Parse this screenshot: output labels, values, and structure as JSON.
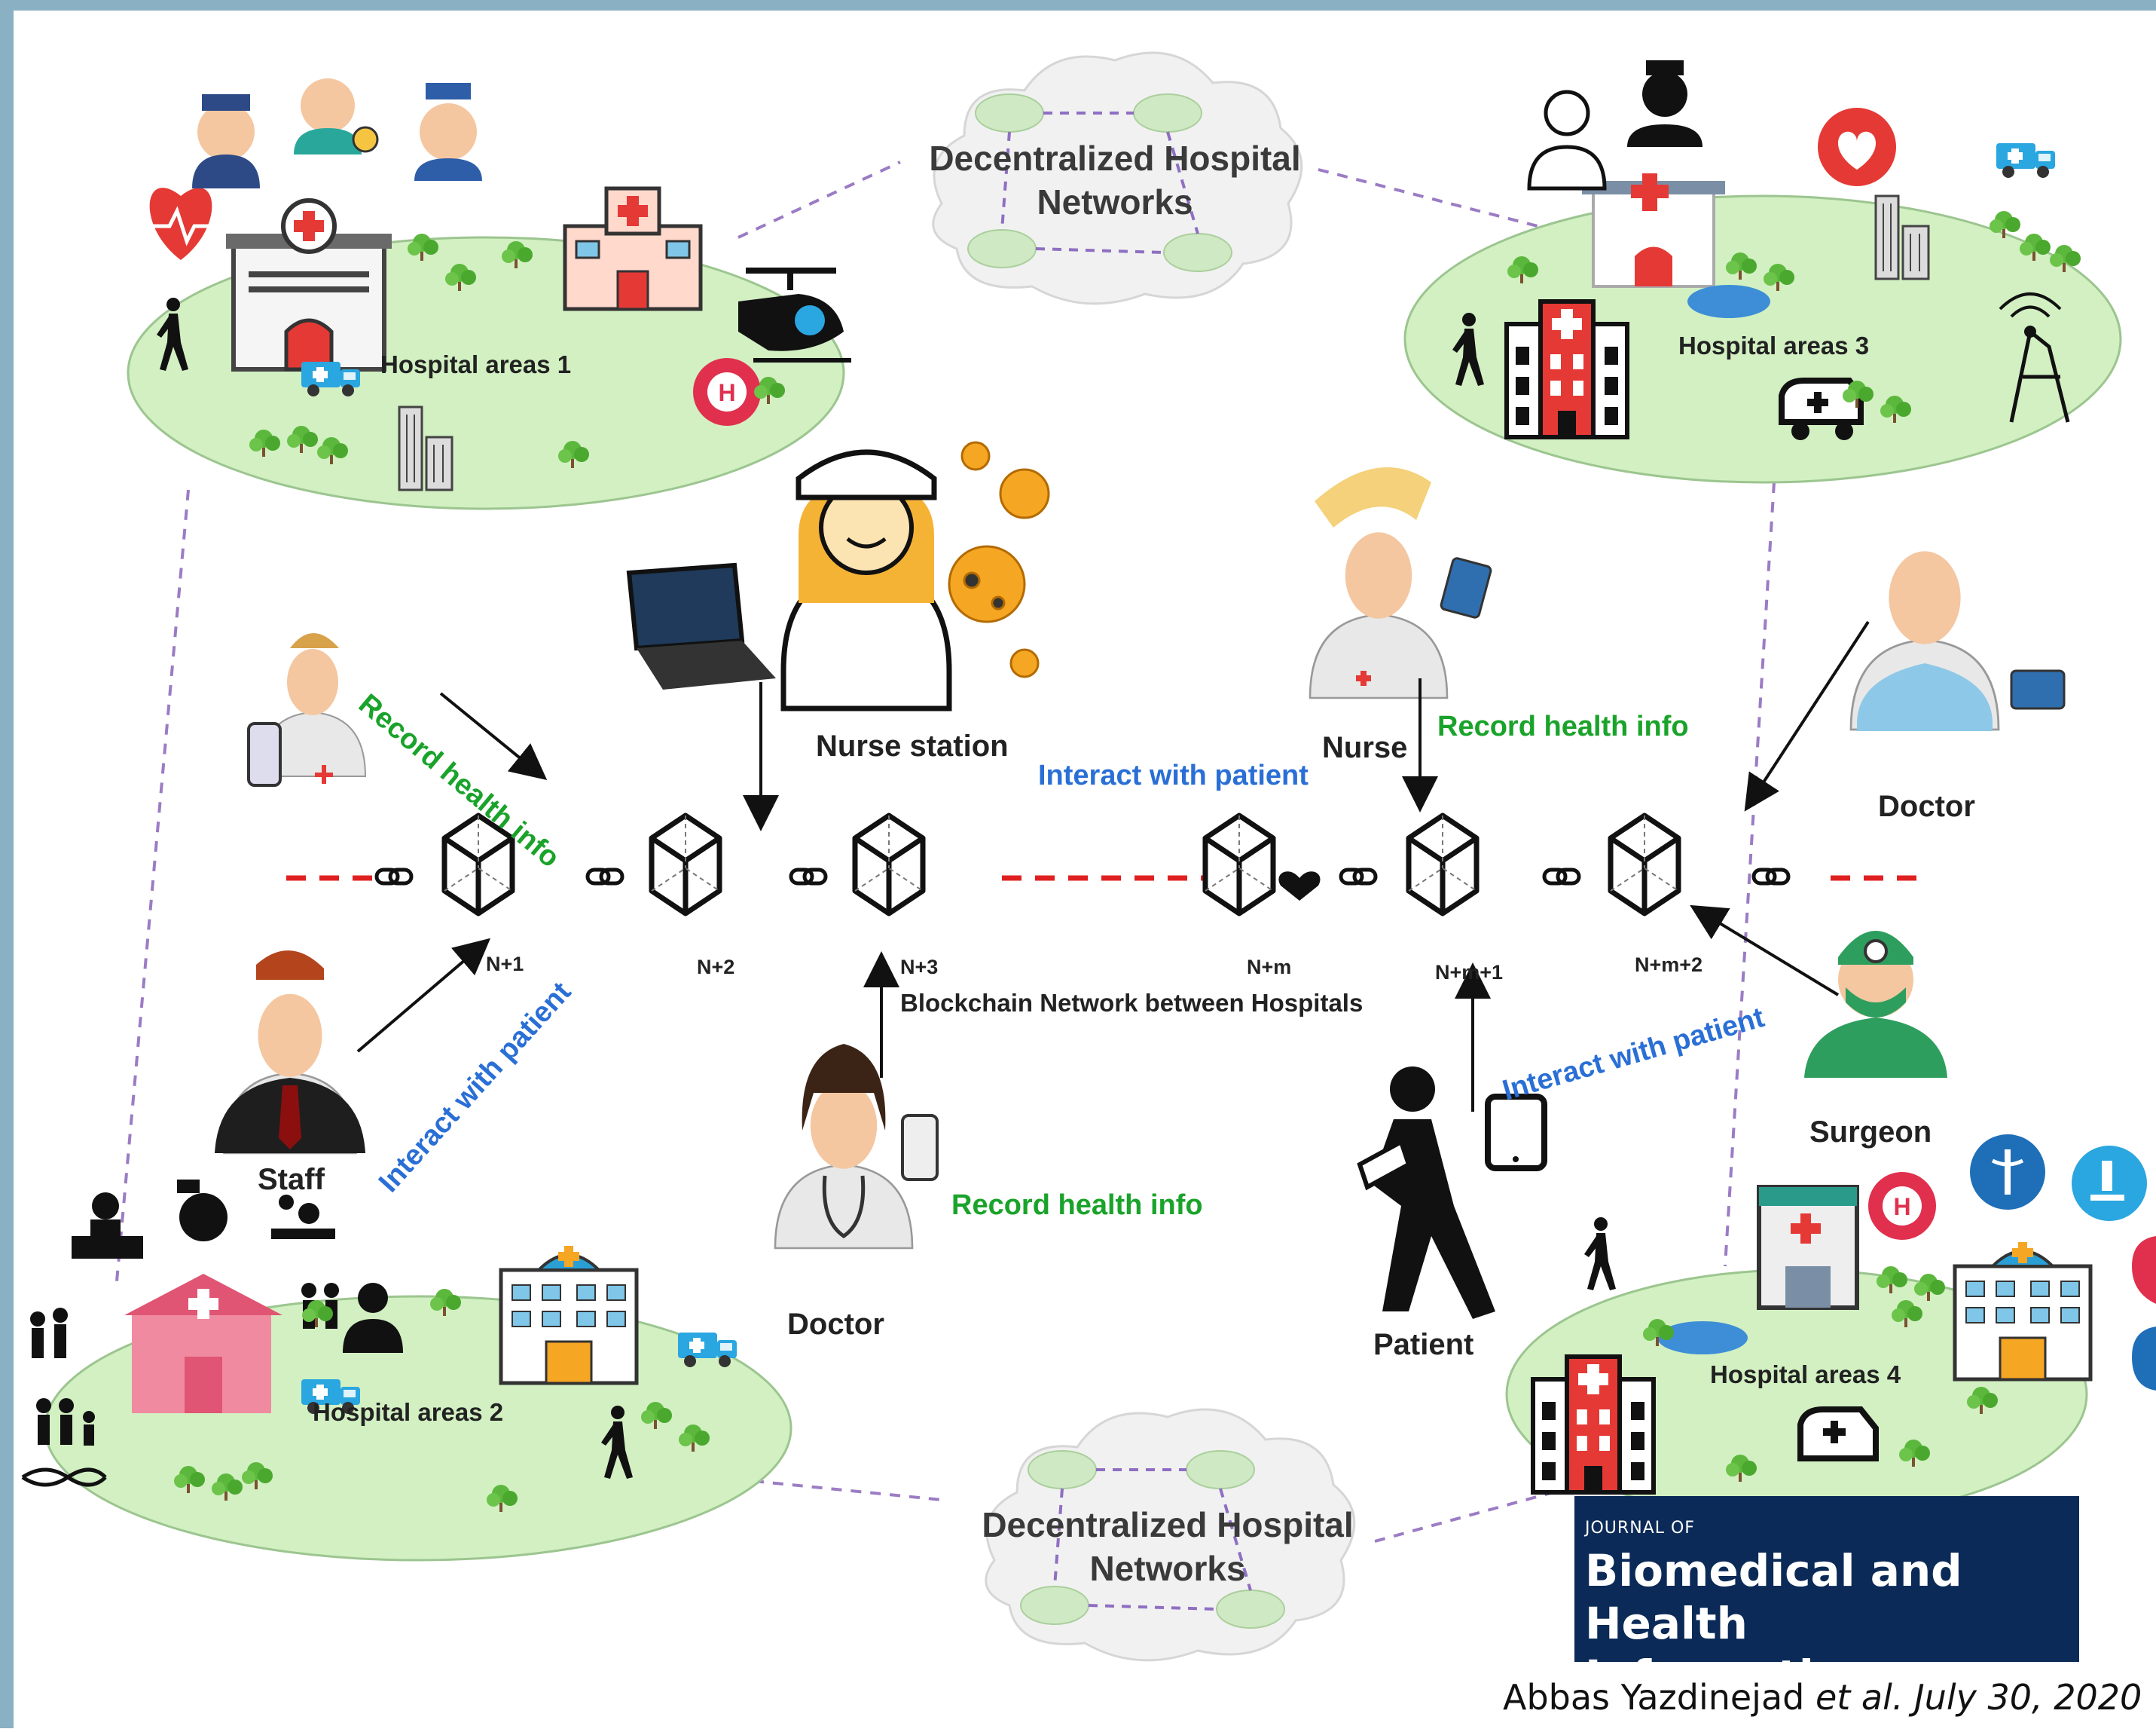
{
  "diagram": {
    "hospital_areas": [
      "Hospital areas 1",
      "Hospital areas 2",
      "Hospital areas 3",
      "Hospital areas 4"
    ],
    "cloud_label_line1": "Decentralized Hospital",
    "cloud_label_line2": "Networks",
    "blocks": [
      "N+1",
      "N+2",
      "N+3",
      "N+m",
      "N+m+1",
      "N+m+2"
    ],
    "chain_label": "Blockchain Network between Hospitals",
    "roles": {
      "nurse_station": "Nurse station",
      "nurse": "Nurse",
      "doctor_right": "Doctor",
      "surgeon": "Surgeon",
      "staff": "Staff",
      "doctor_bottom": "Doctor",
      "patient": "Patient"
    },
    "actions": {
      "record": "Record health info",
      "interact": "Interact with patient"
    }
  },
  "journal": {
    "label_small": "JOURNAL OF",
    "title_line1": "Biomedical and Health",
    "title_line2": "Informatics"
  },
  "credit": {
    "author": "Abbas Yazdinejad",
    "etal": " et al.",
    "date": " July 30, 2020"
  },
  "colors": {
    "frame": "#8ab0c4",
    "area_fill": "#d2f0c2",
    "chain_dash": "#e02020",
    "network_dash": "#9b7cc4",
    "record_text": "#1aa32a",
    "interact_text": "#2a6fd6",
    "journal_bg": "#0b2a57"
  }
}
